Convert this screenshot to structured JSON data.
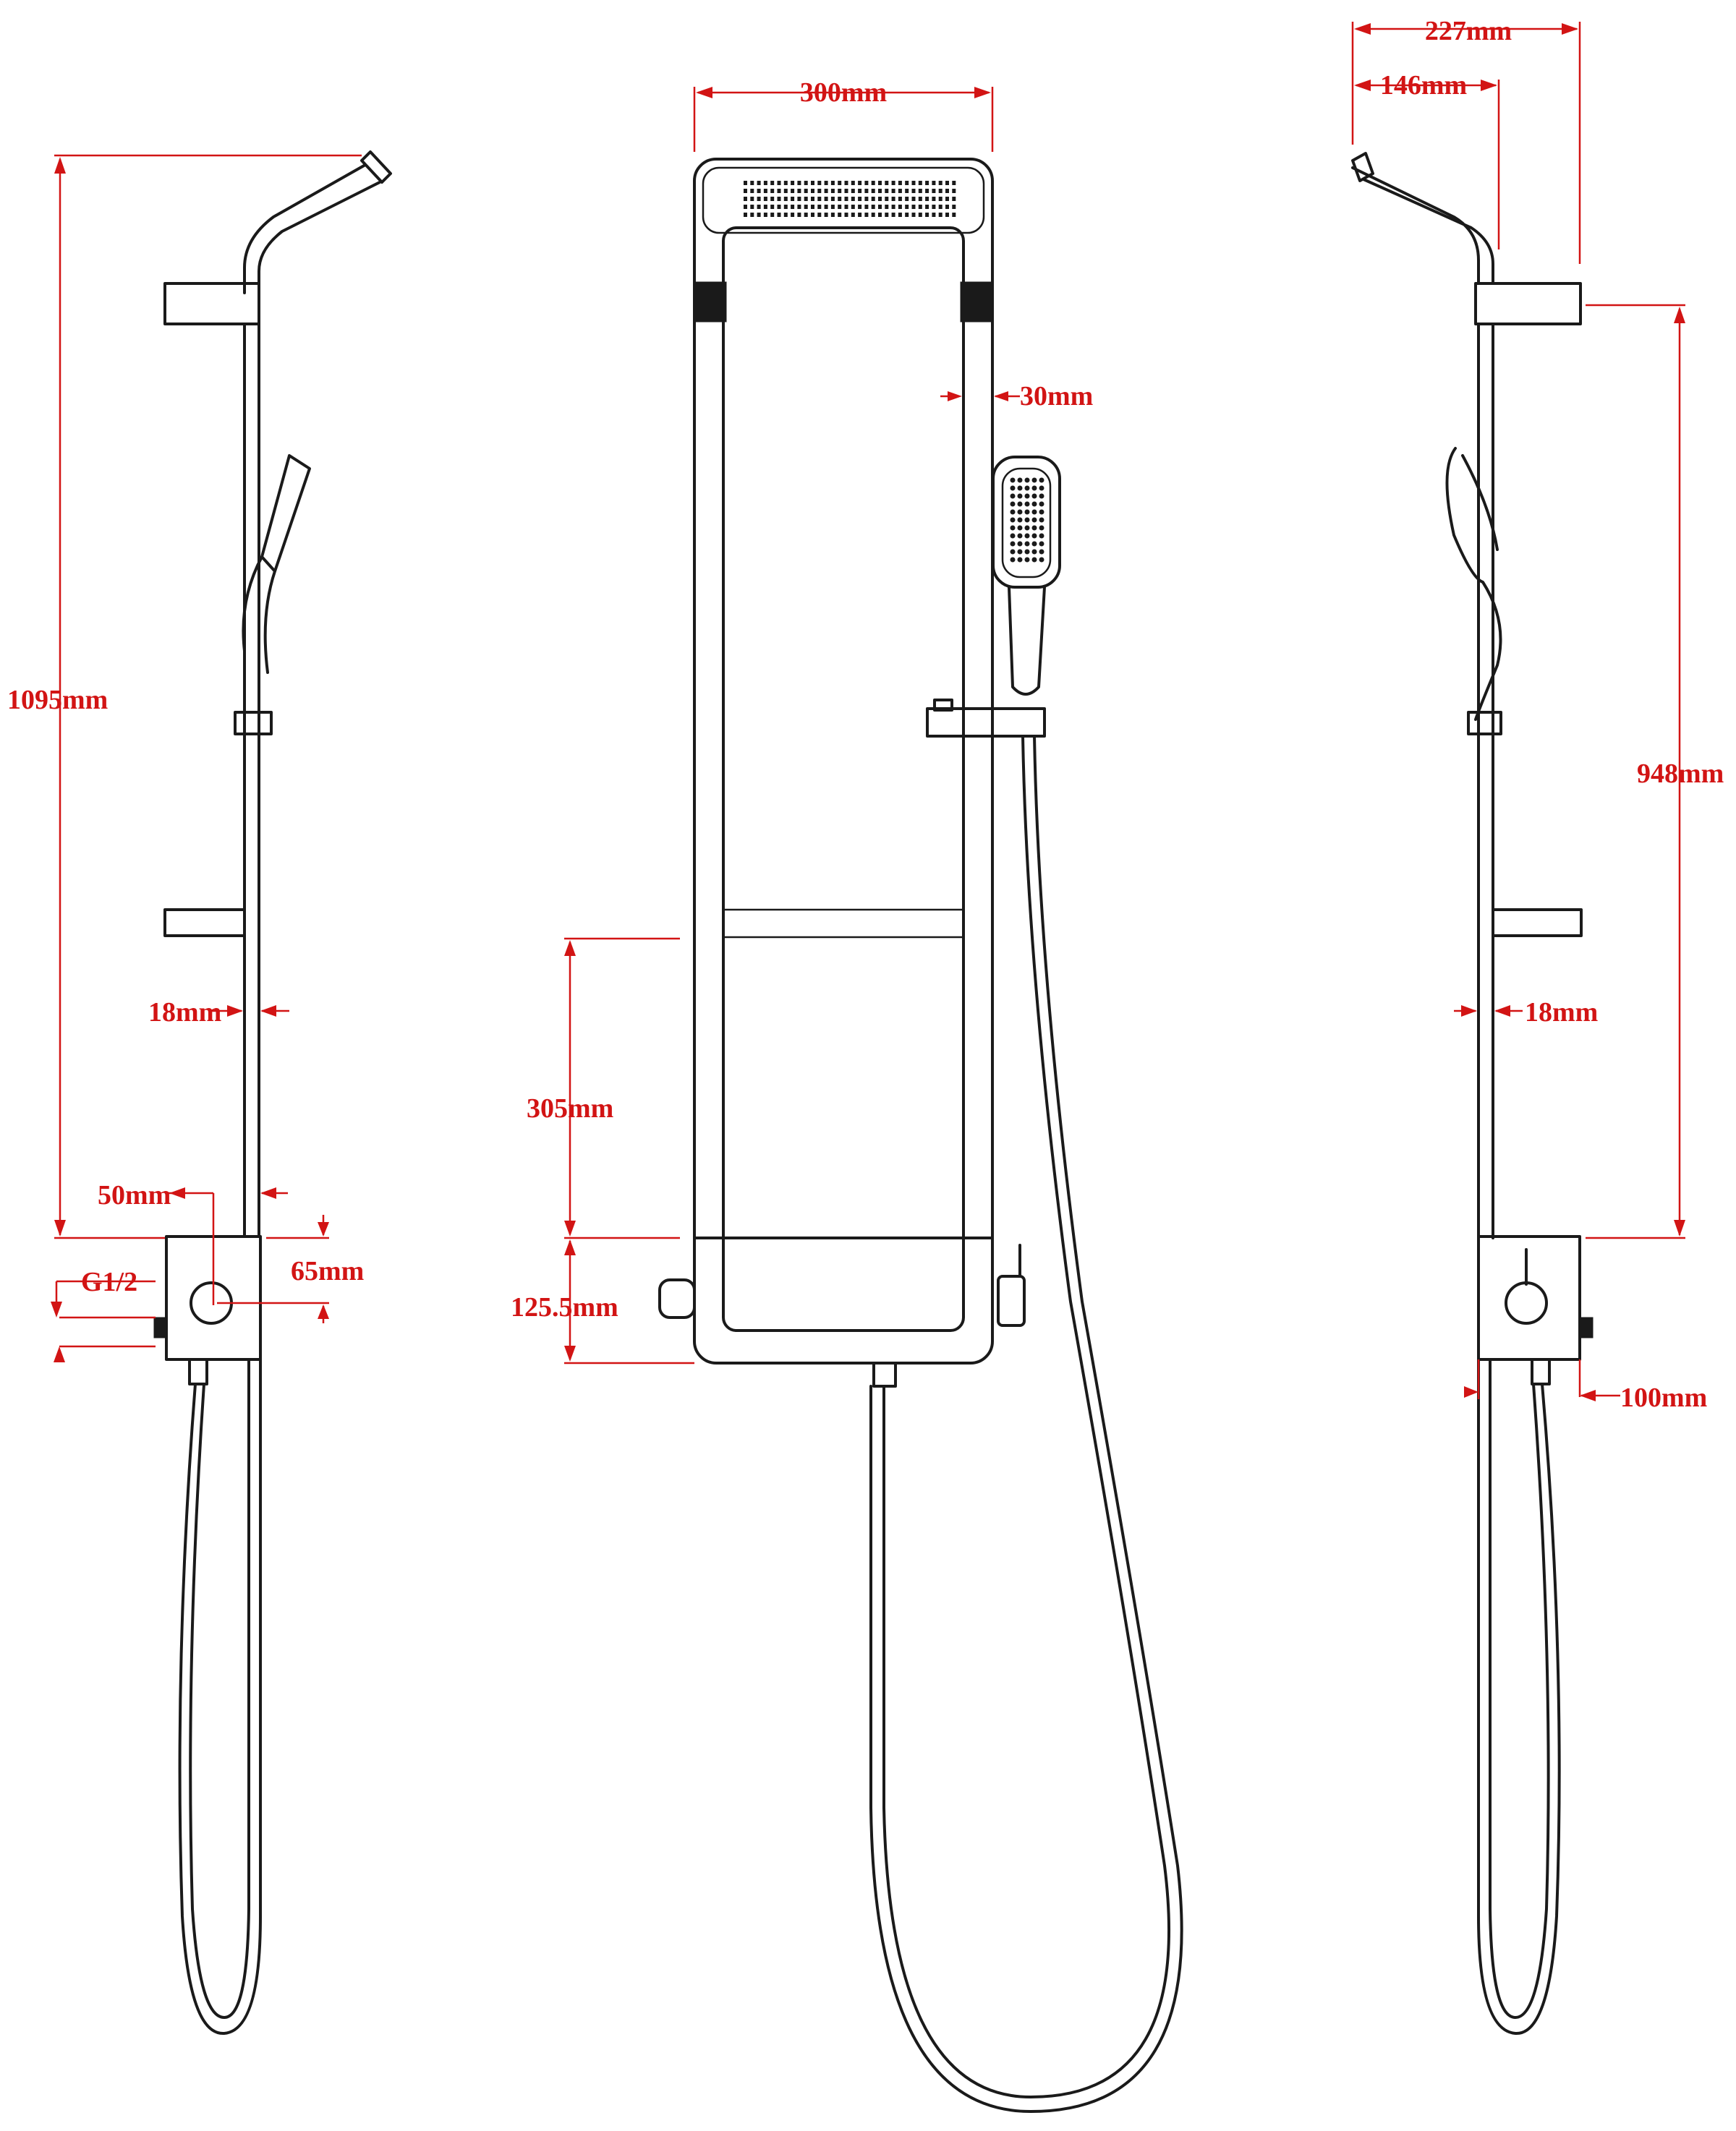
{
  "dimensions": {
    "width_300": "300mm",
    "width_227": "227mm",
    "width_146": "146mm",
    "height_1095": "1095mm",
    "height_948": "948mm",
    "gap_30": "30mm",
    "bar_18_left": "18mm",
    "bar_18_right": "18mm",
    "offset_50": "50mm",
    "box_65": "65mm",
    "thread_g12": "G1/2",
    "height_305": "305mm",
    "height_1255": "125.5mm",
    "depth_100": "100mm"
  },
  "colors": {
    "dimension": "#d21414",
    "line": "#1a1a1a"
  }
}
